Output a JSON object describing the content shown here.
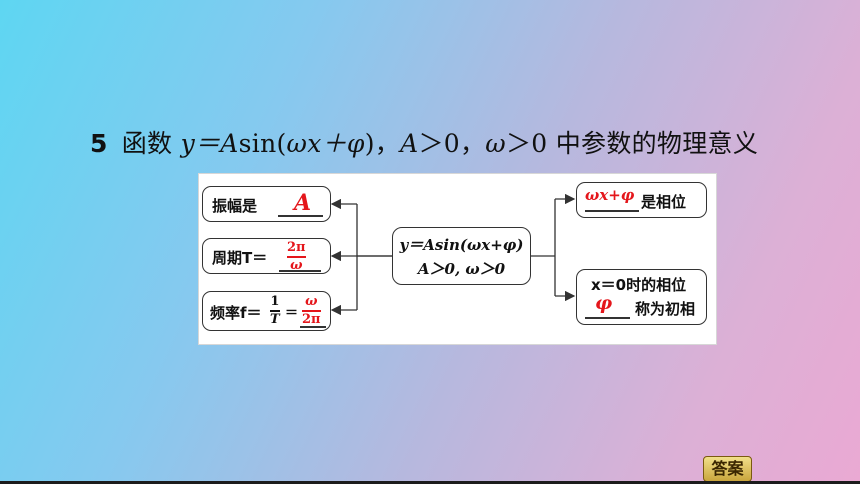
{
  "title": {
    "number": "5",
    "lead": "函数 ",
    "formula_pre": "y＝A",
    "formula_sin": "sin(",
    "formula_inner": "ωx＋φ",
    "formula_close": ")，",
    "cond_a": "A",
    "cond_a_rest": "＞0，",
    "cond_w": "ω",
    "cond_w_rest": "＞0 ",
    "tail": "中参数的物理意义"
  },
  "diagram": {
    "center_line1": "y＝Asin(ωx+φ)",
    "center_line2": "A＞0, ω＞0",
    "amplitude": {
      "label": "振幅是",
      "answer": "A"
    },
    "period": {
      "label": "周期T＝",
      "answer_num": "2π",
      "answer_den": "ω"
    },
    "frequency": {
      "label": "频率f＝",
      "frac_num": "1",
      "frac_den": "T",
      "equals": "＝",
      "answer_num": "ω",
      "answer_den": "2π"
    },
    "phase": {
      "answer": "ωx+φ",
      "label": "是相位"
    },
    "initial_phase": {
      "line1": "x＝0时的相位",
      "answer": "φ",
      "label": "称为初相"
    }
  },
  "answer_button": {
    "label": "答案"
  },
  "colors": {
    "answer_red": "#e4161b"
  }
}
